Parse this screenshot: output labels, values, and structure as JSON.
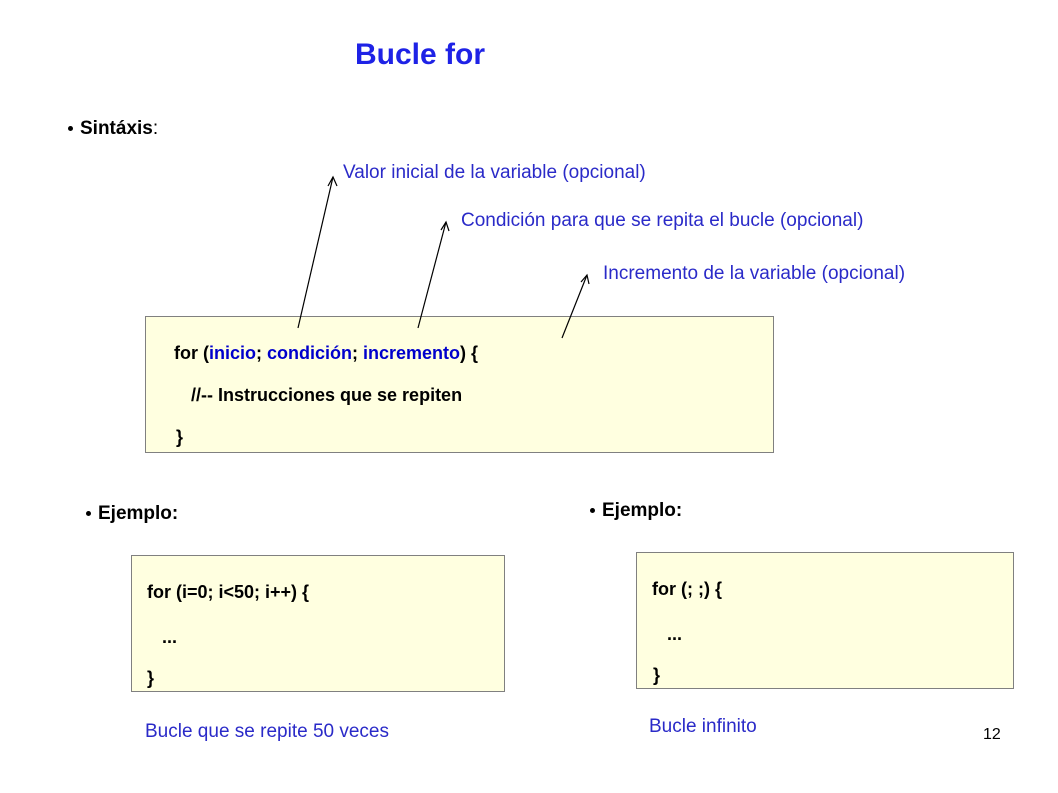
{
  "slide": {
    "title": "Bucle for",
    "page_number": "12"
  },
  "syntax": {
    "label": "Sintáxis",
    "label_suffix": ":",
    "notes": {
      "init": "Valor inicial de la variable (opcional)",
      "condition": "Condición para que se repita el bucle (opcional)",
      "increment": "Incremento de la variable (opcional)"
    },
    "code": {
      "for_open": "for (",
      "init": "inicio",
      "sep1": "; ",
      "condition": "condición",
      "sep2": "; ",
      "increment": "incremento",
      "close": ") {",
      "line2": "//-- Instrucciones que se repiten",
      "line3": "}"
    }
  },
  "example1": {
    "label": "Ejemplo:",
    "code_line1": "for (i=0; i<50; i++) {",
    "code_line2": "...",
    "code_line3": "}",
    "caption": "Bucle que se repite 50 veces"
  },
  "example2": {
    "label": "Ejemplo:",
    "code_line1": "for (; ;) {",
    "code_line2": "...",
    "code_line3": "}",
    "caption": "Bucle infinito"
  }
}
